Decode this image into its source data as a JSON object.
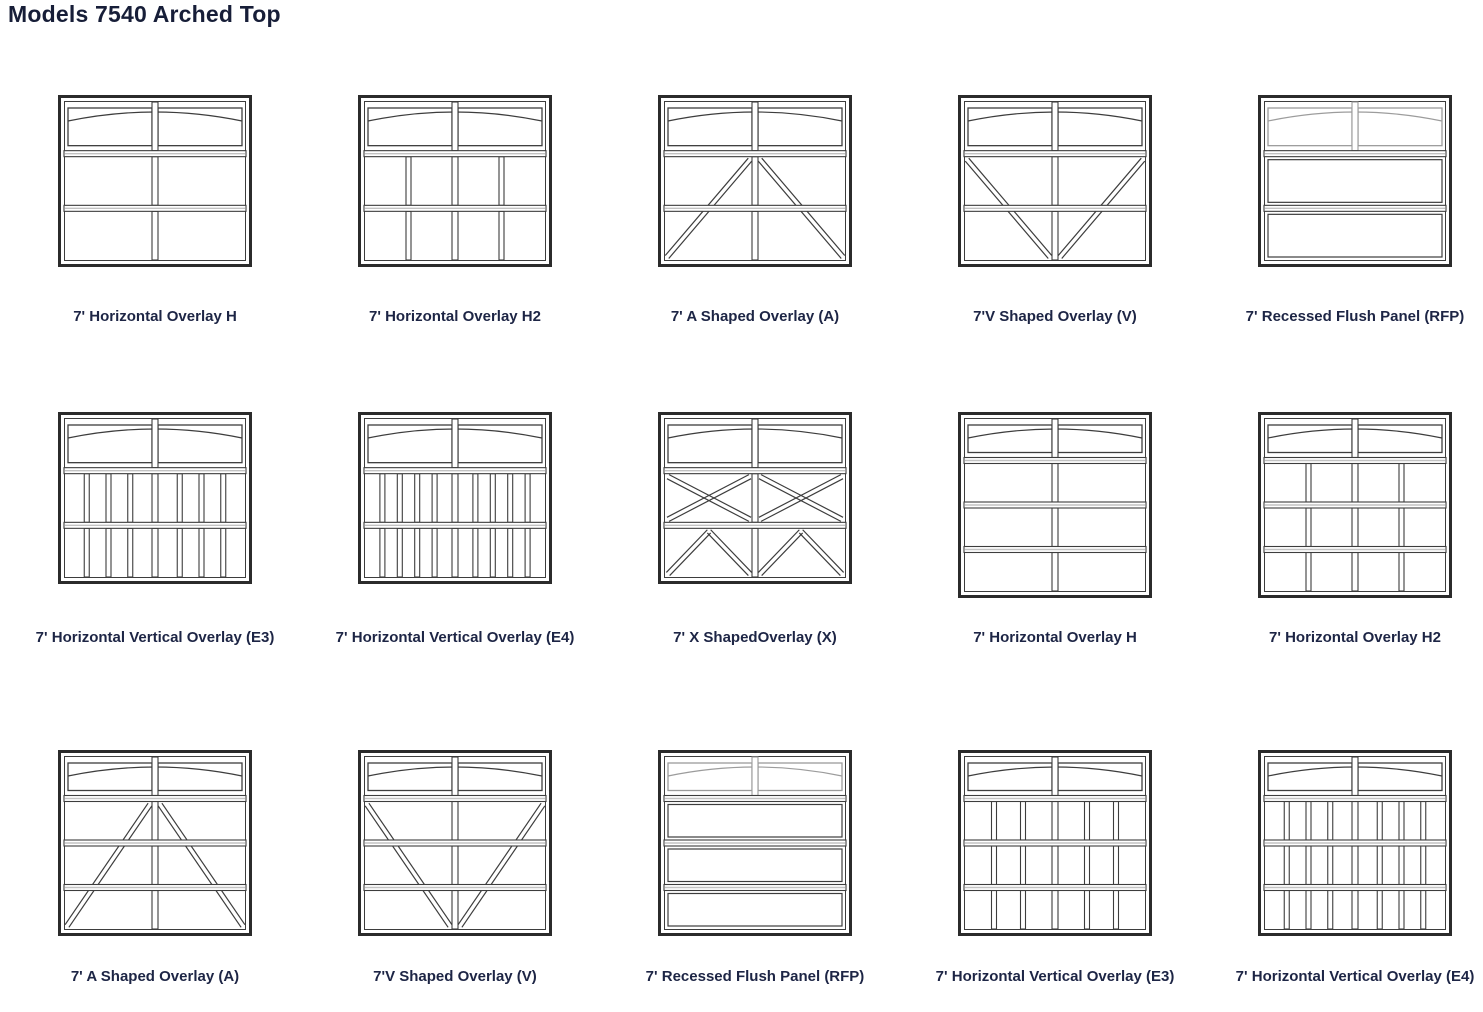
{
  "title": "Models 7540 Arched Top",
  "colors": {
    "background": "#ffffff",
    "title_text": "#171e38",
    "label_text": "#1d2545",
    "line_dark": "#2b2b2b",
    "line_mid": "#3d3d3d",
    "line_light": "#c2c2c2",
    "line_rfp": "#9c9c9c"
  },
  "doors": [
    {
      "label": "7' Horizontal Overlay H",
      "variant": "H",
      "sections": 3
    },
    {
      "label": "7' Horizontal Overlay H2",
      "variant": "H2",
      "sections": 3
    },
    {
      "label": "7' A Shaped Overlay (A)",
      "variant": "A",
      "sections": 3
    },
    {
      "label": "7'V Shaped Overlay (V)",
      "variant": "V",
      "sections": 3
    },
    {
      "label": "7' Recessed Flush Panel (RFP)",
      "variant": "RFP",
      "sections": 3
    },
    {
      "label": "7' Horizontal Vertical Overlay (E3)",
      "variant": "E3",
      "sections": 3
    },
    {
      "label": "7' Horizontal Vertical Overlay (E4)",
      "variant": "E4",
      "sections": 3
    },
    {
      "label": "7' X ShapedOverlay (X)",
      "variant": "X",
      "sections": 3
    },
    {
      "label": "7' Horizontal Overlay H",
      "variant": "H",
      "sections": 4
    },
    {
      "label": "7' Horizontal Overlay H2",
      "variant": "H2",
      "sections": 4
    },
    {
      "label": "7' A Shaped Overlay (A)",
      "variant": "A",
      "sections": 4
    },
    {
      "label": "7'V Shaped Overlay (V)",
      "variant": "V",
      "sections": 4
    },
    {
      "label": "7' Recessed Flush Panel (RFP)",
      "variant": "RFP",
      "sections": 4
    },
    {
      "label": "7' Horizontal Vertical Overlay (E3)",
      "variant": "E3",
      "sections": 4
    },
    {
      "label": "7' Horizontal Vertical Overlay (E4)",
      "variant": "E4",
      "sections": 4
    }
  ]
}
